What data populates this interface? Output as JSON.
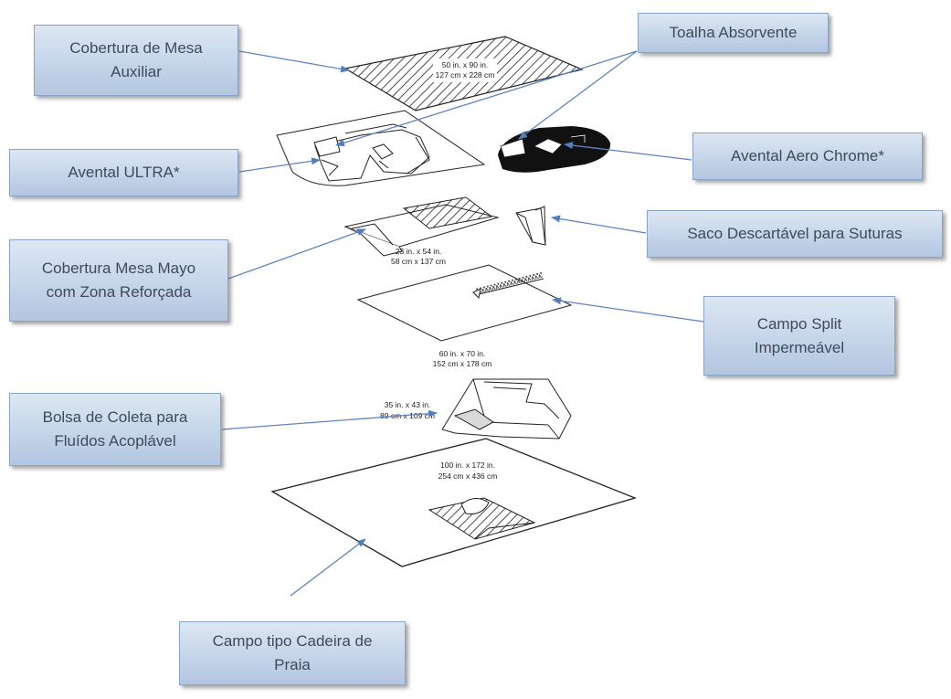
{
  "callouts": {
    "cobertura_mesa_auxiliar": [
      "Cobertura de Mesa",
      "Auxiliar"
    ],
    "toalha_absorvente": [
      "Toalha Absorvente"
    ],
    "avental_ultra": [
      "Avental ULTRA*"
    ],
    "avental_aero_chrome": [
      "Avental Aero Chrome*"
    ],
    "saco_descartavel": [
      "Saco Descartável para Suturas"
    ],
    "cobertura_mesa_mayo": [
      "Cobertura Mesa Mayo",
      "com Zona Reforçada"
    ],
    "campo_split": [
      "Campo Split",
      "Impermeável"
    ],
    "bolsa_coleta": [
      "Bolsa de Coleta para",
      "Fluídos Acoplável"
    ],
    "campo_cadeira_praia": [
      "Campo tipo Cadeira de",
      "Praia"
    ]
  },
  "dimensions": {
    "mesa_auxiliar": [
      "50 in. x 90 in.",
      "127 cm x 228 cm"
    ],
    "mayo": [
      "23 in. x 54 in.",
      "58 cm x 137 cm"
    ],
    "split": [
      "60 in. x 70 in.",
      "152 cm x 178 cm"
    ],
    "bolsa": [
      "35 in. x 43 in.",
      "89 cm x 109 cm"
    ],
    "cadeira_praia": [
      "100 in. x 172 in.",
      "254 cm x 436 cm"
    ]
  },
  "colors": {
    "arrow": "#5b86c0",
    "callout_fill": "#c5d5ea",
    "callout_text": "#404a5a",
    "line_art": "#1a1a1a"
  }
}
